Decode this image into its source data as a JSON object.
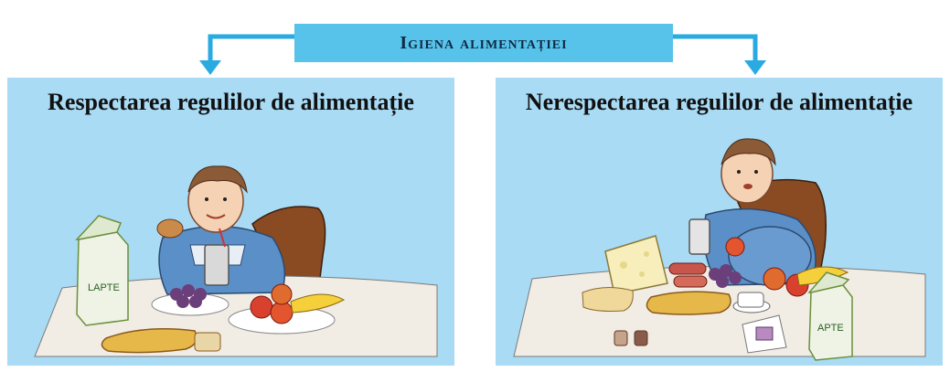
{
  "title": "Igiena alimentației",
  "colors": {
    "accent": "#58c3ea",
    "panel_background": "#a9dbf5",
    "title_text": "#0f2a44"
  },
  "panels": [
    {
      "title": "Respectarea regulilor de alimentație",
      "illustration": "boy-eating-moderately",
      "items": [
        "boy",
        "milk-carton",
        "glass",
        "grapes",
        "apples",
        "bananas",
        "bread",
        "chair"
      ],
      "milk_label": "LAPTE"
    },
    {
      "title": "Nerespectarea regulilor de alimentație",
      "illustration": "boy-overeating",
      "items": [
        "boy",
        "cheese",
        "sausages",
        "grapes",
        "apples",
        "bananas",
        "bread",
        "cup",
        "cake",
        "salt-pepper",
        "milk-carton",
        "chair"
      ],
      "milk_label": "APTE"
    }
  ]
}
